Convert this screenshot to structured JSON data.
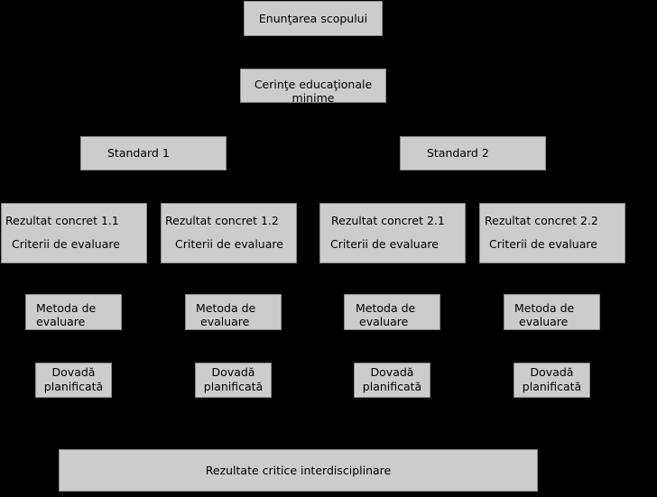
{
  "nodes": {
    "enuntarea": "Enunţarea scopului",
    "cerinte_line1": "Cerinţe educaţionale",
    "cerinte_line2": "minime",
    "standard1": "Standard 1",
    "standard2": "Standard 2",
    "rezultate": [
      {
        "title": "Rezultat concret 1.1",
        "criterii": "Criterii de evaluare"
      },
      {
        "title": "Rezultat concret 1.2",
        "criterii": "Criterii de evaluare"
      },
      {
        "title": "Rezultat concret 2.1",
        "criterii": "Criterii de evaluare"
      },
      {
        "title": "Rezultat concret 2.2",
        "criterii": "Criterii de evaluare"
      }
    ],
    "metoda": [
      {
        "line1": "Metoda de",
        "line2": "evaluare"
      },
      {
        "line1": "Metoda de",
        "line2": "evaluare"
      },
      {
        "line1": "Metoda de",
        "line2": "evaluare"
      },
      {
        "line1": "Metoda de",
        "line2": "evaluare"
      }
    ],
    "dovada": [
      {
        "line1": "Dovadă",
        "line2": "planificată"
      },
      {
        "line1": "Dovadă",
        "line2": "planificată"
      },
      {
        "line1": "Dovadă",
        "line2": "planificată"
      },
      {
        "line1": "Dovadă",
        "line2": "planificată"
      }
    ],
    "rezultate_critice": "Rezultate critice interdisciplinare"
  }
}
